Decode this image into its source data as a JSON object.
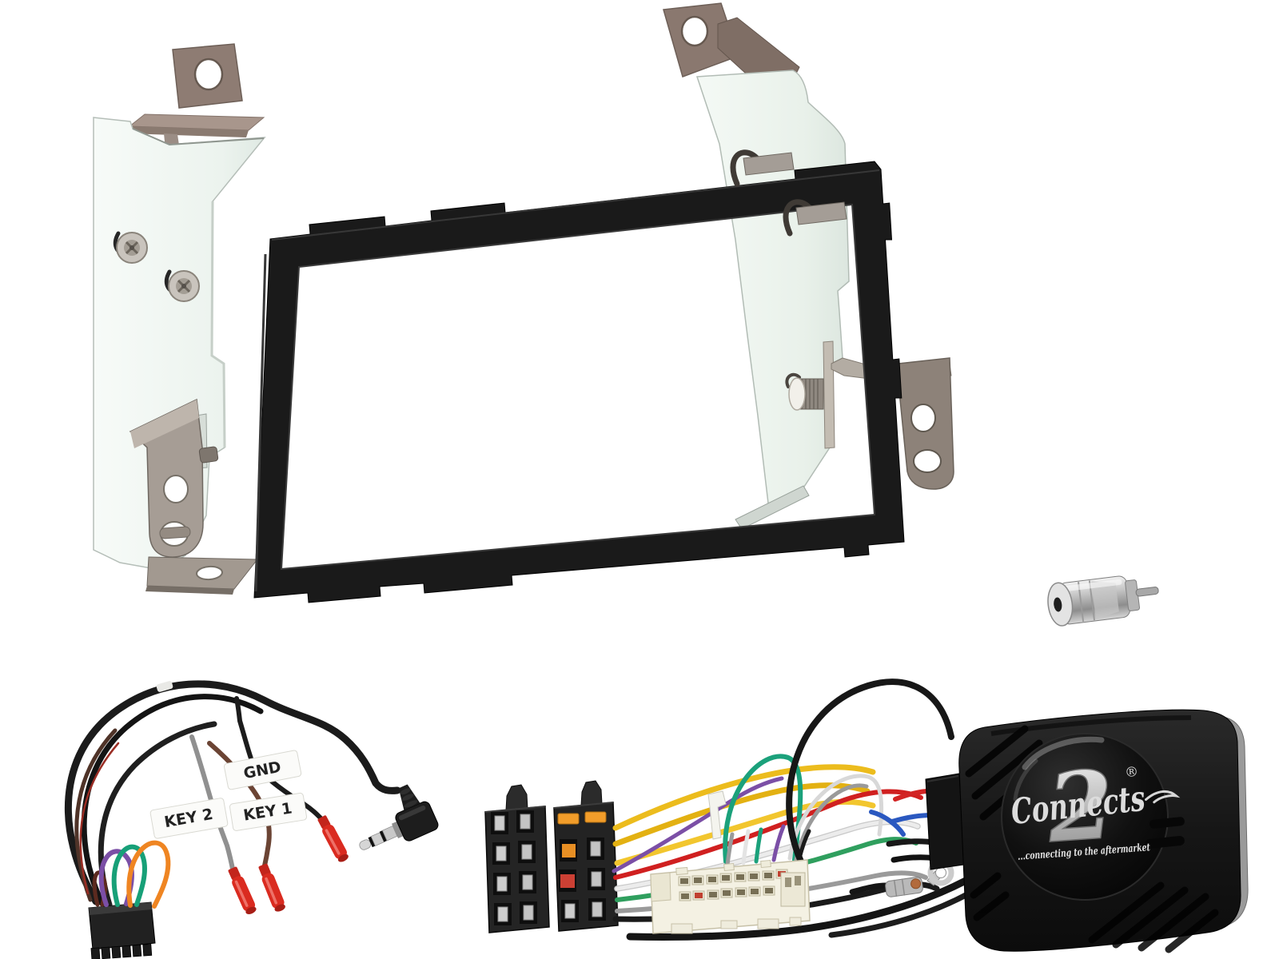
{
  "scene": {
    "description": "Product photo of a double-DIN car stereo fascia fitting kit: two metal side mounting brackets, black double-DIN trim frame, aerial adapter, steering wheel control patch lead with labelled wires, ISO harness with vehicle connector and Connects2 steering wheel control interface box",
    "background_color": "#ffffff"
  },
  "wire_labels": {
    "gnd": "GND",
    "key1": "KEY 1",
    "key2": "KEY 2"
  },
  "interface_box": {
    "brand_script": "Connects",
    "brand_numeral": "2",
    "registered_mark": "®",
    "tagline": "...connecting to the aftermarket"
  },
  "colors": {
    "fascia_black": "#1a1a1a",
    "bracket_metal": "#eef4f0",
    "bracket_tab_brown": "#8c7a71",
    "flange_grey": "#a39a92",
    "wire_yellow": "#e9b91e",
    "wire_red": "#d02020",
    "wire_teal": "#1fa07e",
    "wire_purple": "#7b4fa6",
    "wire_orange": "#ef8522",
    "bullet_red": "#d92b20",
    "connector_ivory": "#f4f1e3",
    "logo_silver": "#d9d9d9"
  }
}
